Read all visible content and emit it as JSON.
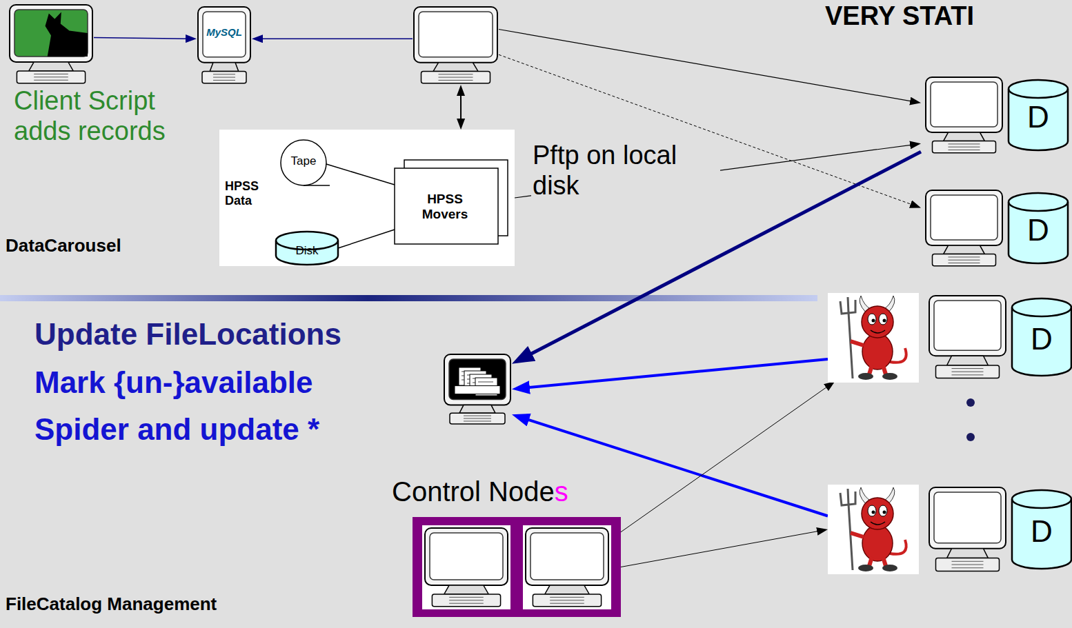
{
  "diagram": {
    "nodes": [
      {
        "text": [
          "Client Script adds records"
        ]
      },
      {
        "text": [
          "MySQL"
        ]
      },
      {
        "text": []
      },
      {
        "text": [
          "Tape",
          "HPSS Data",
          "Disk",
          "HPSS Movers"
        ]
      },
      {
        "text": [
          "D"
        ]
      },
      {
        "text": [
          "D"
        ]
      },
      {
        "text": [
          "D"
        ]
      },
      {
        "text": [
          "D"
        ]
      },
      {
        "text": []
      },
      {
        "text": [
          "Control Nodes"
        ]
      }
    ],
    "edges": [
      {
        "from": 0,
        "to": 1,
        "arrow": "to"
      },
      {
        "from": 2,
        "to": 1,
        "arrow": "to"
      },
      {
        "from": 2,
        "to": 3,
        "arrow": "both"
      },
      {
        "from": 2,
        "to": 4,
        "arrow": "to"
      },
      {
        "from": 2,
        "to": 5,
        "arrow": "to"
      },
      {
        "from": 3,
        "to": 4,
        "label": "Pftp on local disk",
        "arrow": "to"
      },
      {
        "from": 4,
        "to": 8,
        "arrow": "to"
      },
      {
        "from": 6,
        "to": 8,
        "arrow": "to"
      },
      {
        "from": 7,
        "to": 8,
        "arrow": "to"
      },
      {
        "from": 9,
        "to": 6,
        "arrow": "to"
      },
      {
        "from": 9,
        "to": 7,
        "arrow": "to"
      }
    ],
    "labels": [
      "VERY STATI",
      "DataCarousel",
      "Update FileLocations",
      "Mark {un-}available",
      "Spider and update *",
      "FileCatalog Management"
    ]
  }
}
